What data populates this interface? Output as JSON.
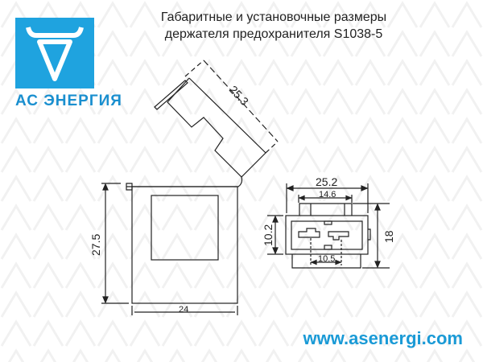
{
  "title": {
    "line1": "Габаритные и установочные размеры",
    "line2": "держателя предохранителя S1038-5"
  },
  "logo": {
    "text": "АС ЭНЕРГИЯ"
  },
  "url": "www.asenergi.com",
  "dimensions": {
    "lid": "25.3",
    "height": "27.5",
    "width": "24",
    "side_width": "25.2",
    "tab_width": "14.6",
    "side_height": "10.2",
    "total_height": "18",
    "contact_spacing": "10.5"
  },
  "colors": {
    "brand": "#1fa3df",
    "url": "#1a9ad6"
  }
}
